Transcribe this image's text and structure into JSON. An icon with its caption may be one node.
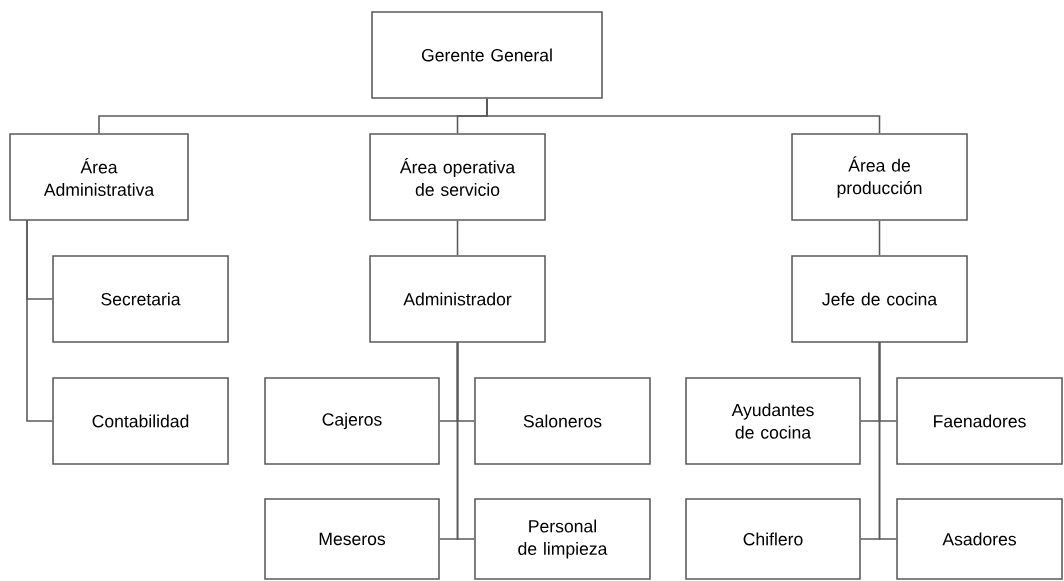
{
  "diagram": {
    "nodes": [
      {
        "text": [
          "Gerente General"
        ]
      },
      {
        "text": [
          "Área Administrativa"
        ]
      },
      {
        "text": [
          "Área operativa de servicio"
        ]
      },
      {
        "text": [
          "Área de producción"
        ]
      },
      {
        "text": [
          "Secretaria"
        ]
      },
      {
        "text": [
          "Contabilidad"
        ]
      },
      {
        "text": [
          "Administrador"
        ]
      },
      {
        "text": [
          "Jefe de cocina"
        ]
      },
      {
        "text": [
          "Cajeros"
        ]
      },
      {
        "text": [
          "Saloneros"
        ]
      },
      {
        "text": [
          "Meseros"
        ]
      },
      {
        "text": [
          "Personal de limpieza"
        ]
      },
      {
        "text": [
          "Ayudantes de cocina"
        ]
      },
      {
        "text": [
          "Faenadores"
        ]
      },
      {
        "text": [
          "Chiflero"
        ]
      },
      {
        "text": [
          "Asadores"
        ]
      }
    ],
    "edges": [
      {
        "from": 0,
        "to": 1,
        "arrow": "none"
      },
      {
        "from": 0,
        "to": 2,
        "arrow": "none"
      },
      {
        "from": 0,
        "to": 3,
        "arrow": "none"
      },
      {
        "from": 1,
        "to": 4,
        "arrow": "none"
      },
      {
        "from": 1,
        "to": 5,
        "arrow": "none"
      },
      {
        "from": 2,
        "to": 6,
        "arrow": "none"
      },
      {
        "from": 3,
        "to": 7,
        "arrow": "none"
      },
      {
        "from": 6,
        "to": 8,
        "arrow": "none"
      },
      {
        "from": 6,
        "to": 9,
        "arrow": "none"
      },
      {
        "from": 6,
        "to": 10,
        "arrow": "none"
      },
      {
        "from": 6,
        "to": 11,
        "arrow": "none"
      },
      {
        "from": 7,
        "to": 12,
        "arrow": "none"
      },
      {
        "from": 7,
        "to": 13,
        "arrow": "none"
      },
      {
        "from": 7,
        "to": 14,
        "arrow": "none"
      },
      {
        "from": 7,
        "to": 15,
        "arrow": "none"
      }
    ]
  }
}
